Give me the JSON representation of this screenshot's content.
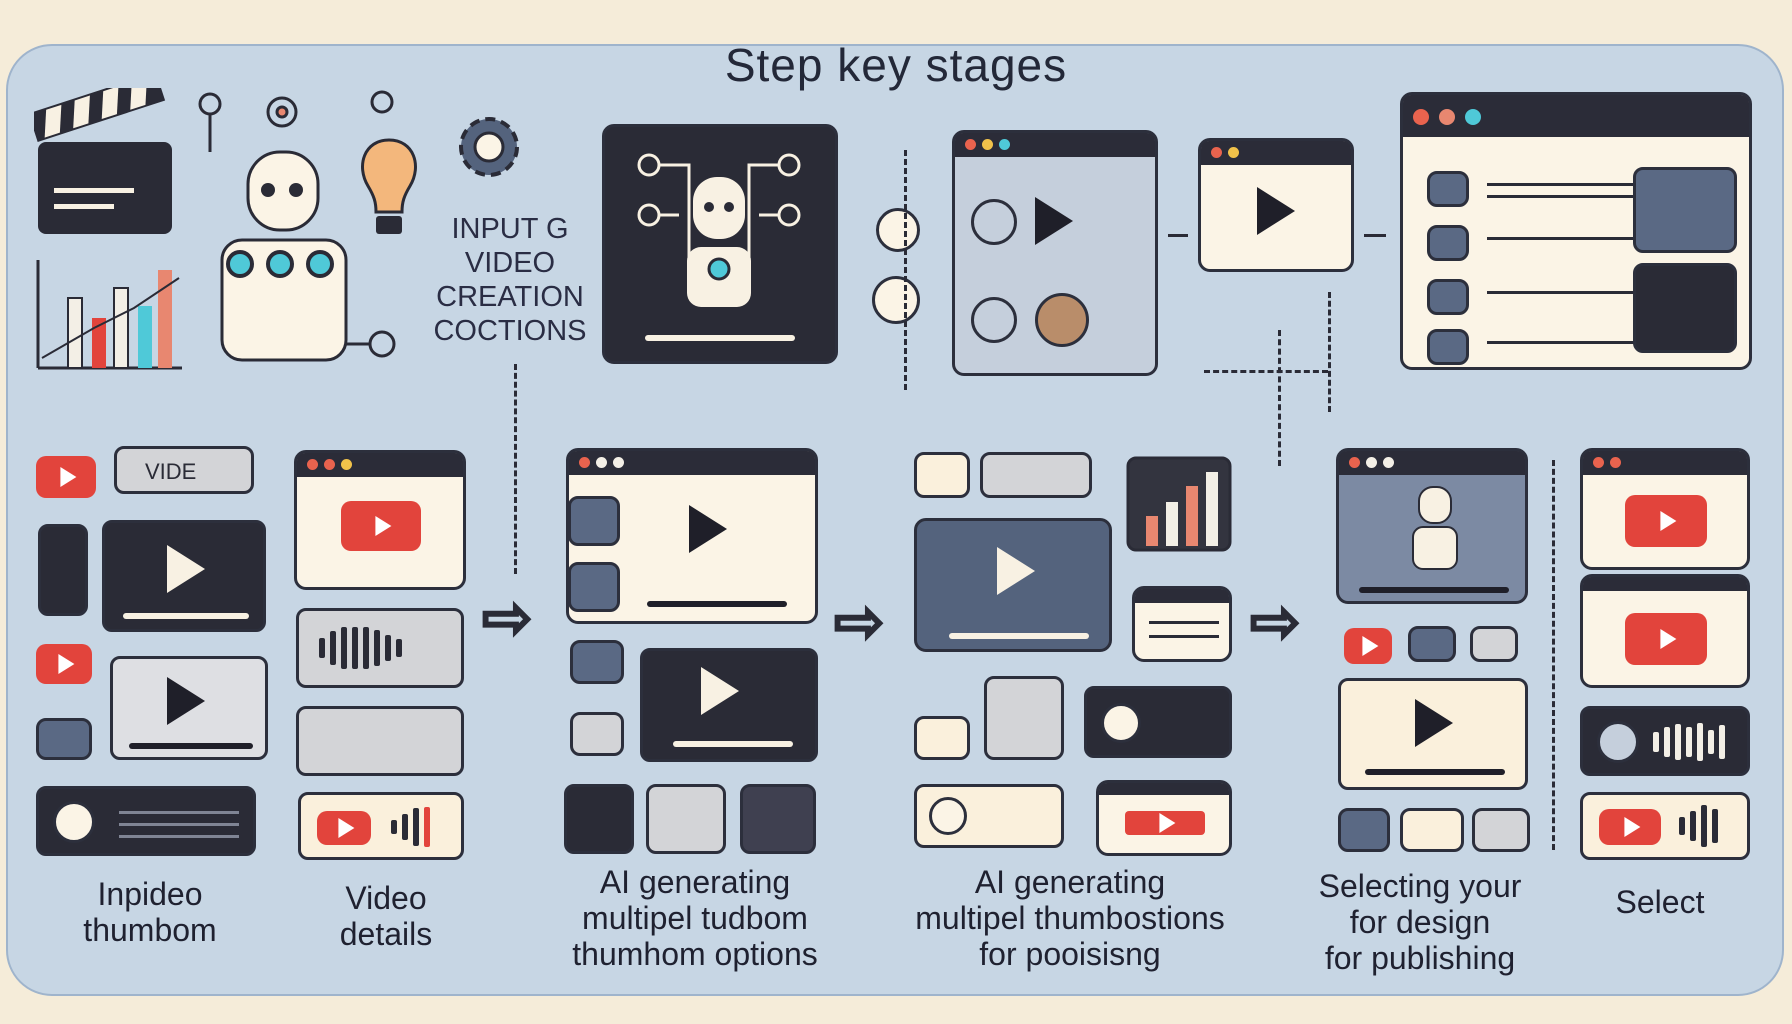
{
  "title": "Step key stages",
  "top_caption": [
    "INPUT G",
    "VIDEO",
    "CREATION",
    "COCTIONS"
  ],
  "video_badge": "VIDE",
  "labels": {
    "s1": [
      "Inpideo",
      "thumbom"
    ],
    "s2": [
      "Video",
      "details"
    ],
    "s3": [
      "AI generating",
      "multipel tudbom",
      "thumhom options"
    ],
    "s4": [
      "AI generating",
      "multipel thumbostions",
      "for pooisisng"
    ],
    "s5": [
      "Selecting your",
      "for   design",
      "for publishing"
    ],
    "s6": [
      "Select"
    ]
  },
  "colors": {
    "panel": "#c7d6e4",
    "accent_red": "#e2443c",
    "dark": "#2a2b36",
    "cream": "#fbf4e6"
  },
  "icons": [
    "clapperboard-icon",
    "robot-icon",
    "lightbulb-icon",
    "gear-icon",
    "play-icon",
    "bar-chart-icon",
    "audio-wave-icon",
    "arrow-right-icon"
  ]
}
